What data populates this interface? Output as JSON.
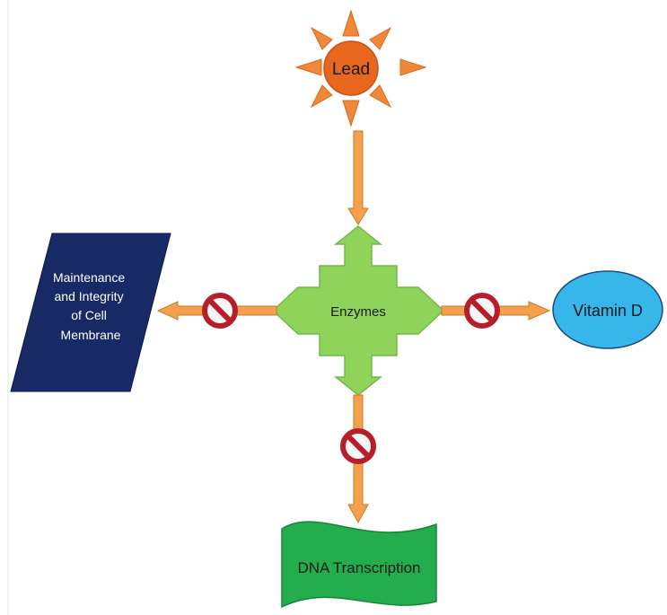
{
  "nodes": {
    "lead": {
      "label": "Lead"
    },
    "enzymes": {
      "label": "Enzymes"
    },
    "membrane": {
      "lines": [
        "Maintenance",
        "and Integrity",
        "of Cell",
        "Membrane"
      ]
    },
    "vitamin": {
      "label": "Vitamin D"
    },
    "dna": {
      "label": "DNA Transcription"
    }
  },
  "edges": [
    {
      "from": "Lead",
      "to": "Enzymes",
      "inhibited": false
    },
    {
      "from": "Enzymes",
      "to": "Maintenance and Integrity of Cell Membrane",
      "inhibited": true
    },
    {
      "from": "Enzymes",
      "to": "Vitamin D",
      "inhibited": true
    },
    {
      "from": "Enzymes",
      "to": "DNA Transcription",
      "inhibited": true
    }
  ],
  "colors": {
    "sun_ray": "#f0883a",
    "sun_core": "#e8671e",
    "arrow": "#f4a04d",
    "enzymes": "#8fd35a",
    "membrane": "#172a66",
    "vitamin": "#36b6ea",
    "dna": "#23ad4d",
    "inhibit": "#b51f2b"
  },
  "icons": {
    "inhibit": "prohibition-icon"
  }
}
